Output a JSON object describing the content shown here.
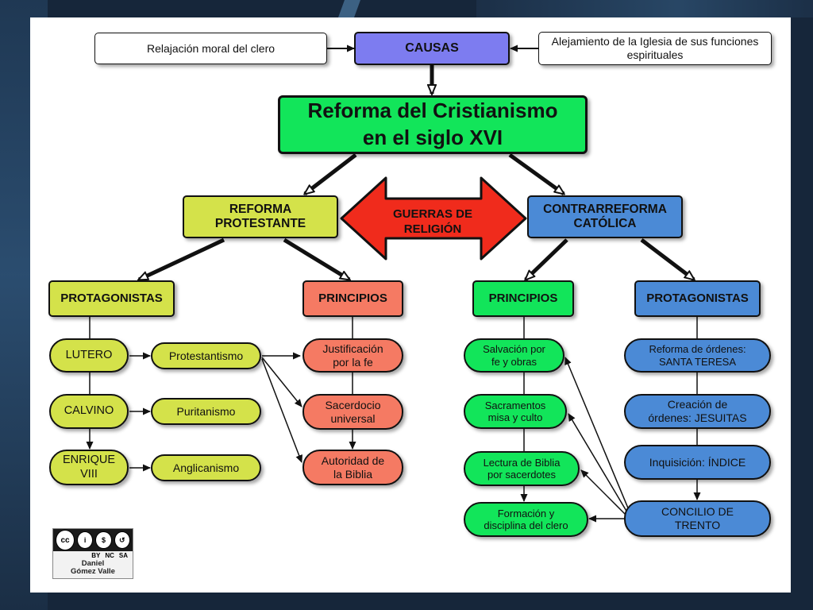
{
  "causes": {
    "left": "Relajación moral del clero",
    "center": "CAUSAS",
    "right": "Alejamiento de la Iglesia de sus funciones espirituales"
  },
  "title": {
    "line1": "Reforma del Cristianismo",
    "line2": "en el siglo XVI"
  },
  "wars": {
    "line1": "GUERRAS DE",
    "line2": "RELIGIÓN"
  },
  "protestant": {
    "heading": {
      "line1": "REFORMA",
      "line2": "PROTESTANTE"
    },
    "protagonists_label": "PROTAGONISTAS",
    "principles_label": "PRINCIPIOS",
    "people": [
      {
        "name": "LUTERO",
        "movement": "Protestantismo"
      },
      {
        "name": "CALVINO",
        "movement": "Puritanismo"
      },
      {
        "name": "ENRIQUE VIII",
        "movement": "Anglicanismo"
      }
    ],
    "principles": [
      {
        "line1": "Justificación",
        "line2": "por la fe"
      },
      {
        "line1": "Sacerdocio",
        "line2": "universal"
      },
      {
        "line1": "Autoridad de",
        "line2": "la Biblia"
      }
    ]
  },
  "catholic": {
    "heading": {
      "line1": "CONTRARREFORMA",
      "line2": "CATÓLICA"
    },
    "principles_label": "PRINCIPIOS",
    "protagonists_label": "PROTAGONISTAS",
    "principles": [
      {
        "line1": "Salvación por",
        "line2": "fe y obras"
      },
      {
        "line1": "Sacramentos",
        "line2": "misa y culto"
      },
      {
        "line1": "Lectura de Biblia",
        "line2": "por sacerdotes"
      },
      {
        "line1": "Formación y",
        "line2": "disciplina del clero"
      }
    ],
    "protagonists": [
      {
        "line1": "Reforma de órdenes:",
        "line2": "SANTA TERESA"
      },
      {
        "line1": "Creación de",
        "line2": "órdenes: JESUITAS"
      },
      {
        "line1": "Inquisición: ÍNDICE",
        "line2": ""
      },
      {
        "line1": "CONCILIO DE",
        "line2": "TRENTO"
      }
    ]
  },
  "license": {
    "tags": [
      "BY",
      "NC",
      "SA"
    ],
    "author_line1": "Daniel",
    "author_line2": "Gómez Valle"
  },
  "colors": {
    "causes": "#7d7cf0",
    "title": "#12e55a",
    "protestant": "#d4e24a",
    "protestant_principles": "#f57a63",
    "catholic": "#4b8ad6",
    "catholic_principles": "#12e55a",
    "wars": "#f02b1c"
  }
}
